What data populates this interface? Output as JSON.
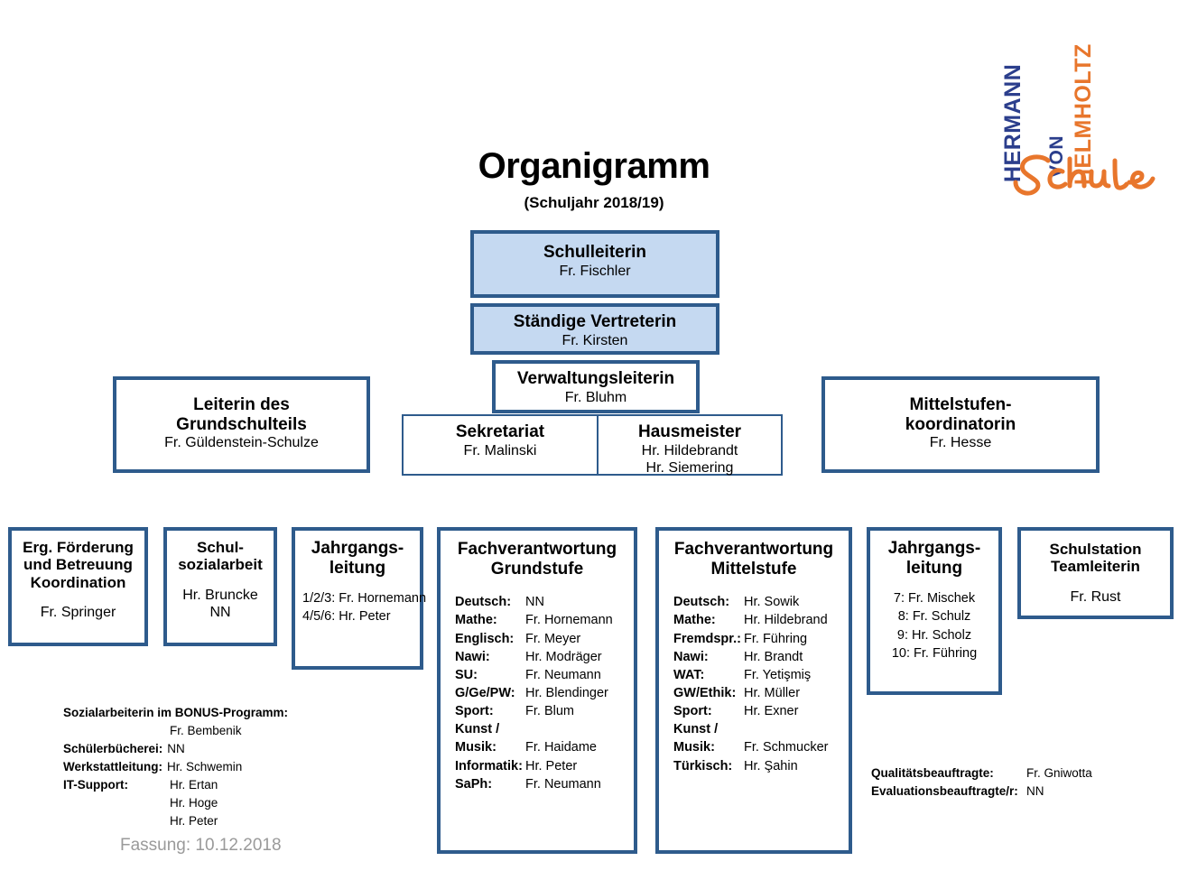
{
  "document": {
    "title": "Organigramm",
    "subtitle": "(Schuljahr 2018/19)",
    "version_note": "Fassung: 10.12.2018"
  },
  "logo": {
    "word_top_left": "HERMANN",
    "word_middle": "VON",
    "word_right": "HELMHOLTZ",
    "script_word": "Schule",
    "color_blue": "#2B3E8C",
    "color_orange": "#E8762C"
  },
  "theme": {
    "border_color": "#2E5B8C",
    "fill_highlight": "#C5D9F1",
    "fill_plain": "#FFFFFF",
    "muted_text": "#9A9A9A"
  },
  "leadership": {
    "schulleiterin": {
      "role": "Schulleiterin",
      "person": "Fr. Fischler"
    },
    "vertreterin": {
      "role": "Ständige Vertreterin",
      "person": "Fr. Kirsten"
    },
    "verwaltungsleiterin": {
      "role": "Verwaltungsleiterin",
      "person": "Fr. Bluhm"
    },
    "sekretariat": {
      "role": "Sekretariat",
      "person": "Fr. Malinski"
    },
    "hausmeister": {
      "role": "Hausmeister",
      "person_1": "Hr. Hildebrandt",
      "person_2": "Hr. Siemering"
    },
    "grundschulteil": {
      "role_line_1": "Leiterin des",
      "role_line_2": "Grundschulteils",
      "person": "Fr. Güldenstein-Schulze"
    },
    "mittelstufenkoordinatorin": {
      "role_line_1": "Mittelstufen-",
      "role_line_2": "koordinatorin",
      "person": "Fr. Hesse"
    }
  },
  "units": {
    "foerderung": {
      "title_line_1": "Erg. Förderung",
      "title_line_2": "und Betreuung",
      "title_line_3": "Koordination",
      "person": "Fr. Springer"
    },
    "sozialarbeit": {
      "title_line_1": "Schul-",
      "title_line_2": "sozialarbeit",
      "person_1": "Hr. Bruncke",
      "person_2": "NN"
    },
    "jahrgangsleitung_grundstufe": {
      "title_line_1": "Jahrgangs-",
      "title_line_2": "leitung",
      "entries": [
        "1/2/3: Fr. Hornemann",
        "4/5/6: Hr. Peter"
      ]
    },
    "jahrgangsleitung_mittelstufe": {
      "title_line_1": "Jahrgangs-",
      "title_line_2": "leitung",
      "entries": [
        "7: Fr. Mischek",
        "8: Fr. Schulz",
        "9: Hr. Scholz",
        "10: Fr. Führing"
      ]
    },
    "schulstation": {
      "title_line_1": "Schulstation",
      "title_line_2": "Teamleiterin",
      "person": "Fr. Rust"
    }
  },
  "fachverantwortung_grundstufe": {
    "title_line_1": "Fachverantwortung",
    "title_line_2": "Grundstufe",
    "subjects": [
      {
        "subject": "Deutsch:",
        "person": "NN"
      },
      {
        "subject": "Mathe:",
        "person": "Fr. Hornemann"
      },
      {
        "subject": "Englisch:",
        "person": "Fr. Meyer"
      },
      {
        "subject": "Nawi:",
        "person": "Hr. Modräger"
      },
      {
        "subject": "SU:",
        "person": "Fr. Neumann"
      },
      {
        "subject": "G/Ge/PW:",
        "person": "Hr. Blendinger"
      },
      {
        "subject": "Sport:",
        "person": "Fr. Blum"
      },
      {
        "subject": "Kunst /",
        "person": ""
      },
      {
        "subject": "Musik:",
        "person": "Fr. Haidame"
      },
      {
        "subject": "Informatik:",
        "person": "Hr. Peter"
      },
      {
        "subject": "SaPh:",
        "person": "Fr. Neumann"
      }
    ]
  },
  "fachverantwortung_mittelstufe": {
    "title_line_1": "Fachverantwortung",
    "title_line_2": "Mittelstufe",
    "subjects": [
      {
        "subject": "Deutsch:",
        "person": "Hr. Sowik"
      },
      {
        "subject": "Mathe:",
        "person": "Hr. Hildebrand"
      },
      {
        "subject": "Fremdspr.:",
        "person": "Fr. Führing"
      },
      {
        "subject": "Nawi:",
        "person": "Hr. Brandt"
      },
      {
        "subject": "WAT:",
        "person": "Fr. Yetişmiş"
      },
      {
        "subject": "GW/Ethik:",
        "person": "Hr. Müller"
      },
      {
        "subject": "Sport:",
        "person": "Hr. Exner"
      },
      {
        "subject": "Kunst /",
        "person": ""
      },
      {
        "subject": "Musik:",
        "person": "Fr. Schmucker"
      },
      {
        "subject": "Türkisch:",
        "person": "Hr. Şahin"
      }
    ]
  },
  "support_roles": {
    "bonus_label": "Sozialarbeiterin im BONUS-Programm:",
    "bonus_person": "Fr. Bembenik",
    "buecherei_label": "Schülerbücherei:",
    "buecherei_person": "NN",
    "werkstatt_label": "Werkstattleitung:",
    "werkstatt_person": "Hr. Schwemin",
    "it_label": "IT-Support:",
    "it_person_1": "Hr. Ertan",
    "it_person_2": "Hr. Hoge",
    "it_person_3": "Hr. Peter"
  },
  "quality_roles": {
    "qualitaet_label": "Qualitätsbeauftragte:",
    "qualitaet_person": "Fr. Gniwotta",
    "evaluation_label": "Evaluationsbeauftragte/r:",
    "evaluation_person": "NN"
  }
}
